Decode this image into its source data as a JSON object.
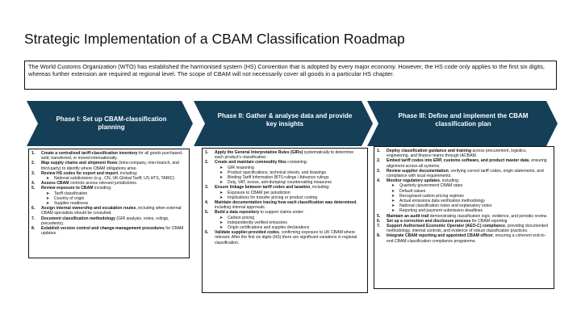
{
  "title": "Strategic Implementation of a CBAM Classification Roadmap",
  "intro": "The World Customs Organization (WTO) has established the harmonised system (HS) Convention that is adopted by every major economy. However, the HS code only applies to the first six digits, whereas further extension are required at regional level. The scope of CBAM will not necessarily cover all goods in a particular HS chapter.",
  "colors": {
    "chevron": "#143f57"
  },
  "phases": [
    {
      "title": "Phase I: Set up CBAM-classification planning",
      "items": [
        {
          "n": "1.",
          "bold": "Create a centralised tariff-classification inventory",
          "rest": " for all goods purchased, sold, transferred, or moved internationally.",
          "subs": []
        },
        {
          "n": "2.",
          "bold": "Map supply chains and shipment flows",
          "rest": " (intra-company, inter-branch, and third-party) to identify where CBAM obligations arise.",
          "subs": []
        },
        {
          "n": "3.",
          "bold": "Review HS codes for export and import",
          "rest": ", including:",
          "subs": [
            "National subdivisions (e.g., CN, UK-Global Tariff, US HTS, TARIC)"
          ]
        },
        {
          "n": "4.",
          "bold": "Assess CBAM",
          "rest": " controls across relevant jurisdictions.",
          "subs": []
        },
        {
          "n": "5.",
          "bold": "Review exposure to CBAM",
          "rest": " including:",
          "subs": [
            "Tariff classification",
            "Country of origin",
            "Supplier readiness"
          ]
        },
        {
          "n": "6.",
          "bold": "Assign internal ownership and escalation routes",
          "rest": ", including when external CBAM specialists should be consulted.",
          "subs": []
        },
        {
          "n": "7.",
          "bold": "Document classification methodology",
          "rest": " (GIR analysis, notes, rulings, precedents).",
          "subs": []
        },
        {
          "n": "8.",
          "bold": "Establish version control and change-management procedures",
          "rest": " for CBAM updates.",
          "subs": []
        }
      ]
    },
    {
      "title": "Phase II: Gather & analyse data and provide key insights",
      "items": [
        {
          "n": "1.",
          "bold": "Apply the General Interpretative Rules (GIRs)",
          "rest": " systematically to determine each product's classification.",
          "subs": []
        },
        {
          "n": "2.",
          "bold": "Create and maintain commodity files",
          "rest": " containing:",
          "subs": [
            "GIR reasoning",
            "Product specifications, technical sheets, and drawings",
            "Binding Tariff Information (BTI) rulings / Advance rulings",
            "Duty, VAT, excise, anti-dumping/ countervailing measures"
          ]
        },
        {
          "n": "3.",
          "bold": "Ensure linkage between tariff codes and taxation",
          "rest": ", including:",
          "subs": [
            "Exposure to CBAM per jurisdiction",
            "Implications for transfer pricing or product costing"
          ]
        },
        {
          "n": "4.",
          "bold": "Maintain documentation tracing how each classification was determined",
          "rest": ", including internal approvals.",
          "subs": []
        },
        {
          "n": "5.",
          "bold": "Build a data repository",
          "rest": " to support claims under:",
          "subs": [
            "Carbon pricing",
            "Independently verified emissions",
            "Origin certifications and supplier declarations"
          ]
        },
        {
          "n": "6.",
          "bold": "Validate supplier-provided codes",
          "rest": ", confirming exposure to UK CBAM where relevant. After the first six digits (HS) there are significant variations in regional classification.",
          "subs": []
        }
      ]
    },
    {
      "title": "Phase III: Define and implement the CBAM classification plan",
      "items": [
        {
          "n": "1.",
          "bold": "Deploy classification guidance and training",
          "rest": " across procurement, logistics, engineering, and finance teams through IACBAM.",
          "subs": []
        },
        {
          "n": "2.",
          "bold": "Embed tariff codes into ERP, customs software, and product master data",
          "rest": ", ensuring alignment across all systems.",
          "subs": []
        },
        {
          "n": "3.",
          "bold": "Review supplier documentation",
          "rest": ", verifying correct tariff codes, origin statements, and compliance with local requirements.",
          "subs": []
        },
        {
          "n": "4.",
          "bold": "Monitor regulatory updates",
          "rest": ", including:",
          "subs": [
            "Quarterly government CBAM rates",
            "Default values",
            "Recognised carbon pricing regimes",
            "Actual emissions data verification methodology",
            "National classification notes and explanatory notes",
            "Reporting and payment submission deadlines"
          ]
        },
        {
          "n": "5.",
          "bold": "Maintain an audit trail",
          "rest": " demonstrating classification logic, evidence, and periodic review.",
          "subs": []
        },
        {
          "n": "6.",
          "bold": "Set up a correction and disclosure process",
          "rest": " for CBAM reporting",
          "subs": []
        },
        {
          "n": "7.",
          "bold": "Support Authorised Economic Operator (AEO-C) compliance",
          "rest": ", providing documented methodology, internal controls, and evidence of robust classification practices.",
          "subs": []
        },
        {
          "n": "8.",
          "bold": "Integrate CBAM reporting and appointed CBAM officer",
          "rest": ", ensuring a coherent end-to-end CBAM classification compliance programme.",
          "subs": []
        }
      ]
    }
  ]
}
